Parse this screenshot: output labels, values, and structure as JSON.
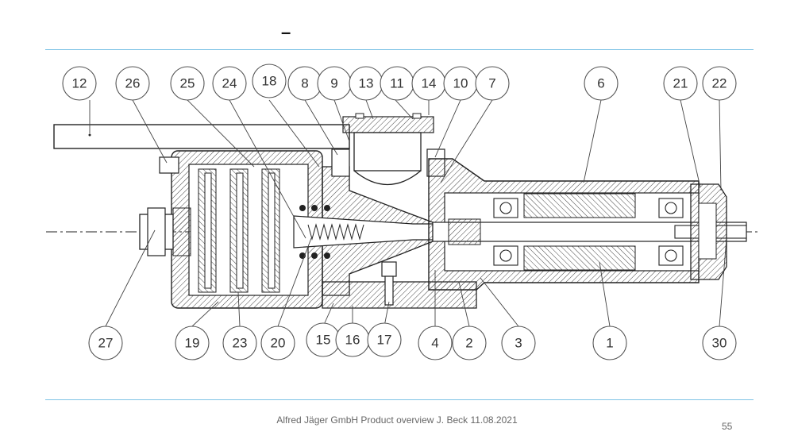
{
  "slide": {
    "title": "–",
    "footer": "Alfred Jäger GmbH Product overview J. Beck 11.08.2021",
    "page_number": "55"
  },
  "drawing": {
    "callouts": [
      "12",
      "26",
      "25",
      "24",
      "18",
      "8",
      "9",
      "13",
      "11",
      "14",
      "10",
      "7",
      "6",
      "21",
      "22",
      "27",
      "19",
      "23",
      "20",
      "15",
      "16",
      "17",
      "4",
      "2",
      "3",
      "1",
      "30"
    ]
  },
  "colors": {
    "rule": "#7fc4e6",
    "line": "#222222",
    "hatch": "#444444"
  }
}
